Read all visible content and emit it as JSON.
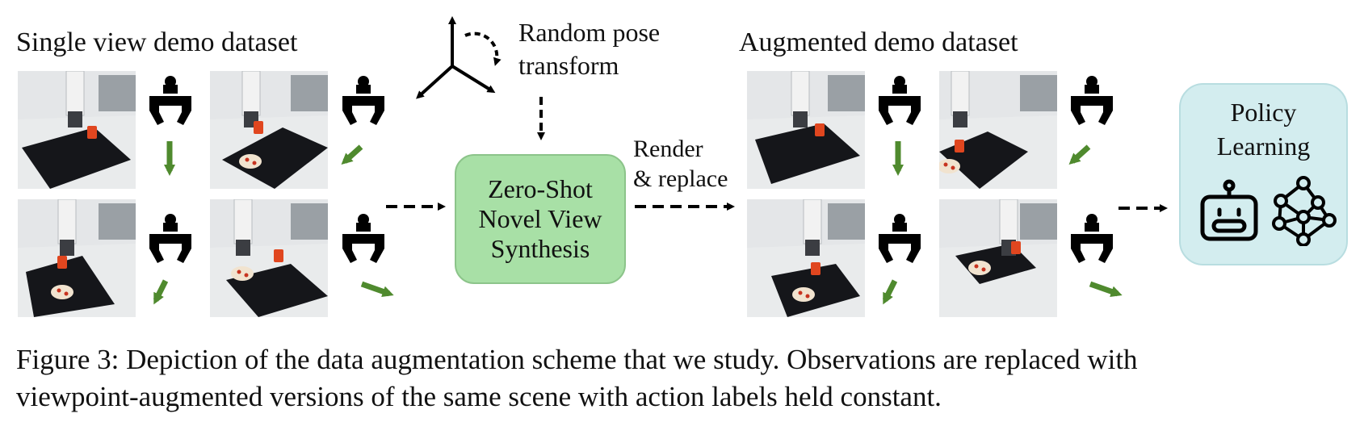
{
  "left_title": "Single view demo dataset",
  "right_title": "Augmented demo dataset",
  "pose_text_line1": "Random pose",
  "pose_text_line2": "transform",
  "render_line1": "Render",
  "render_line2": "& replace",
  "zero_shot": {
    "line1": "Zero-Shot",
    "line2": "Novel View",
    "line3": "Synthesis"
  },
  "policy": {
    "line1": "Policy",
    "line2": "Learning"
  },
  "caption_line1": "Figure 3: Depiction of the data augmentation scheme that we study. Observations are replaced with",
  "caption_line2": "viewpoint-augmented versions of the same scene with action labels held constant.",
  "colors": {
    "arrow_green": "#4f8a2e",
    "zero_shot_box": "#a8e0a6",
    "policy_box": "#d3edef"
  },
  "icons": [
    "gripper-icon",
    "robot-face-icon",
    "neural-network-icon",
    "axes-rotation-icon"
  ]
}
